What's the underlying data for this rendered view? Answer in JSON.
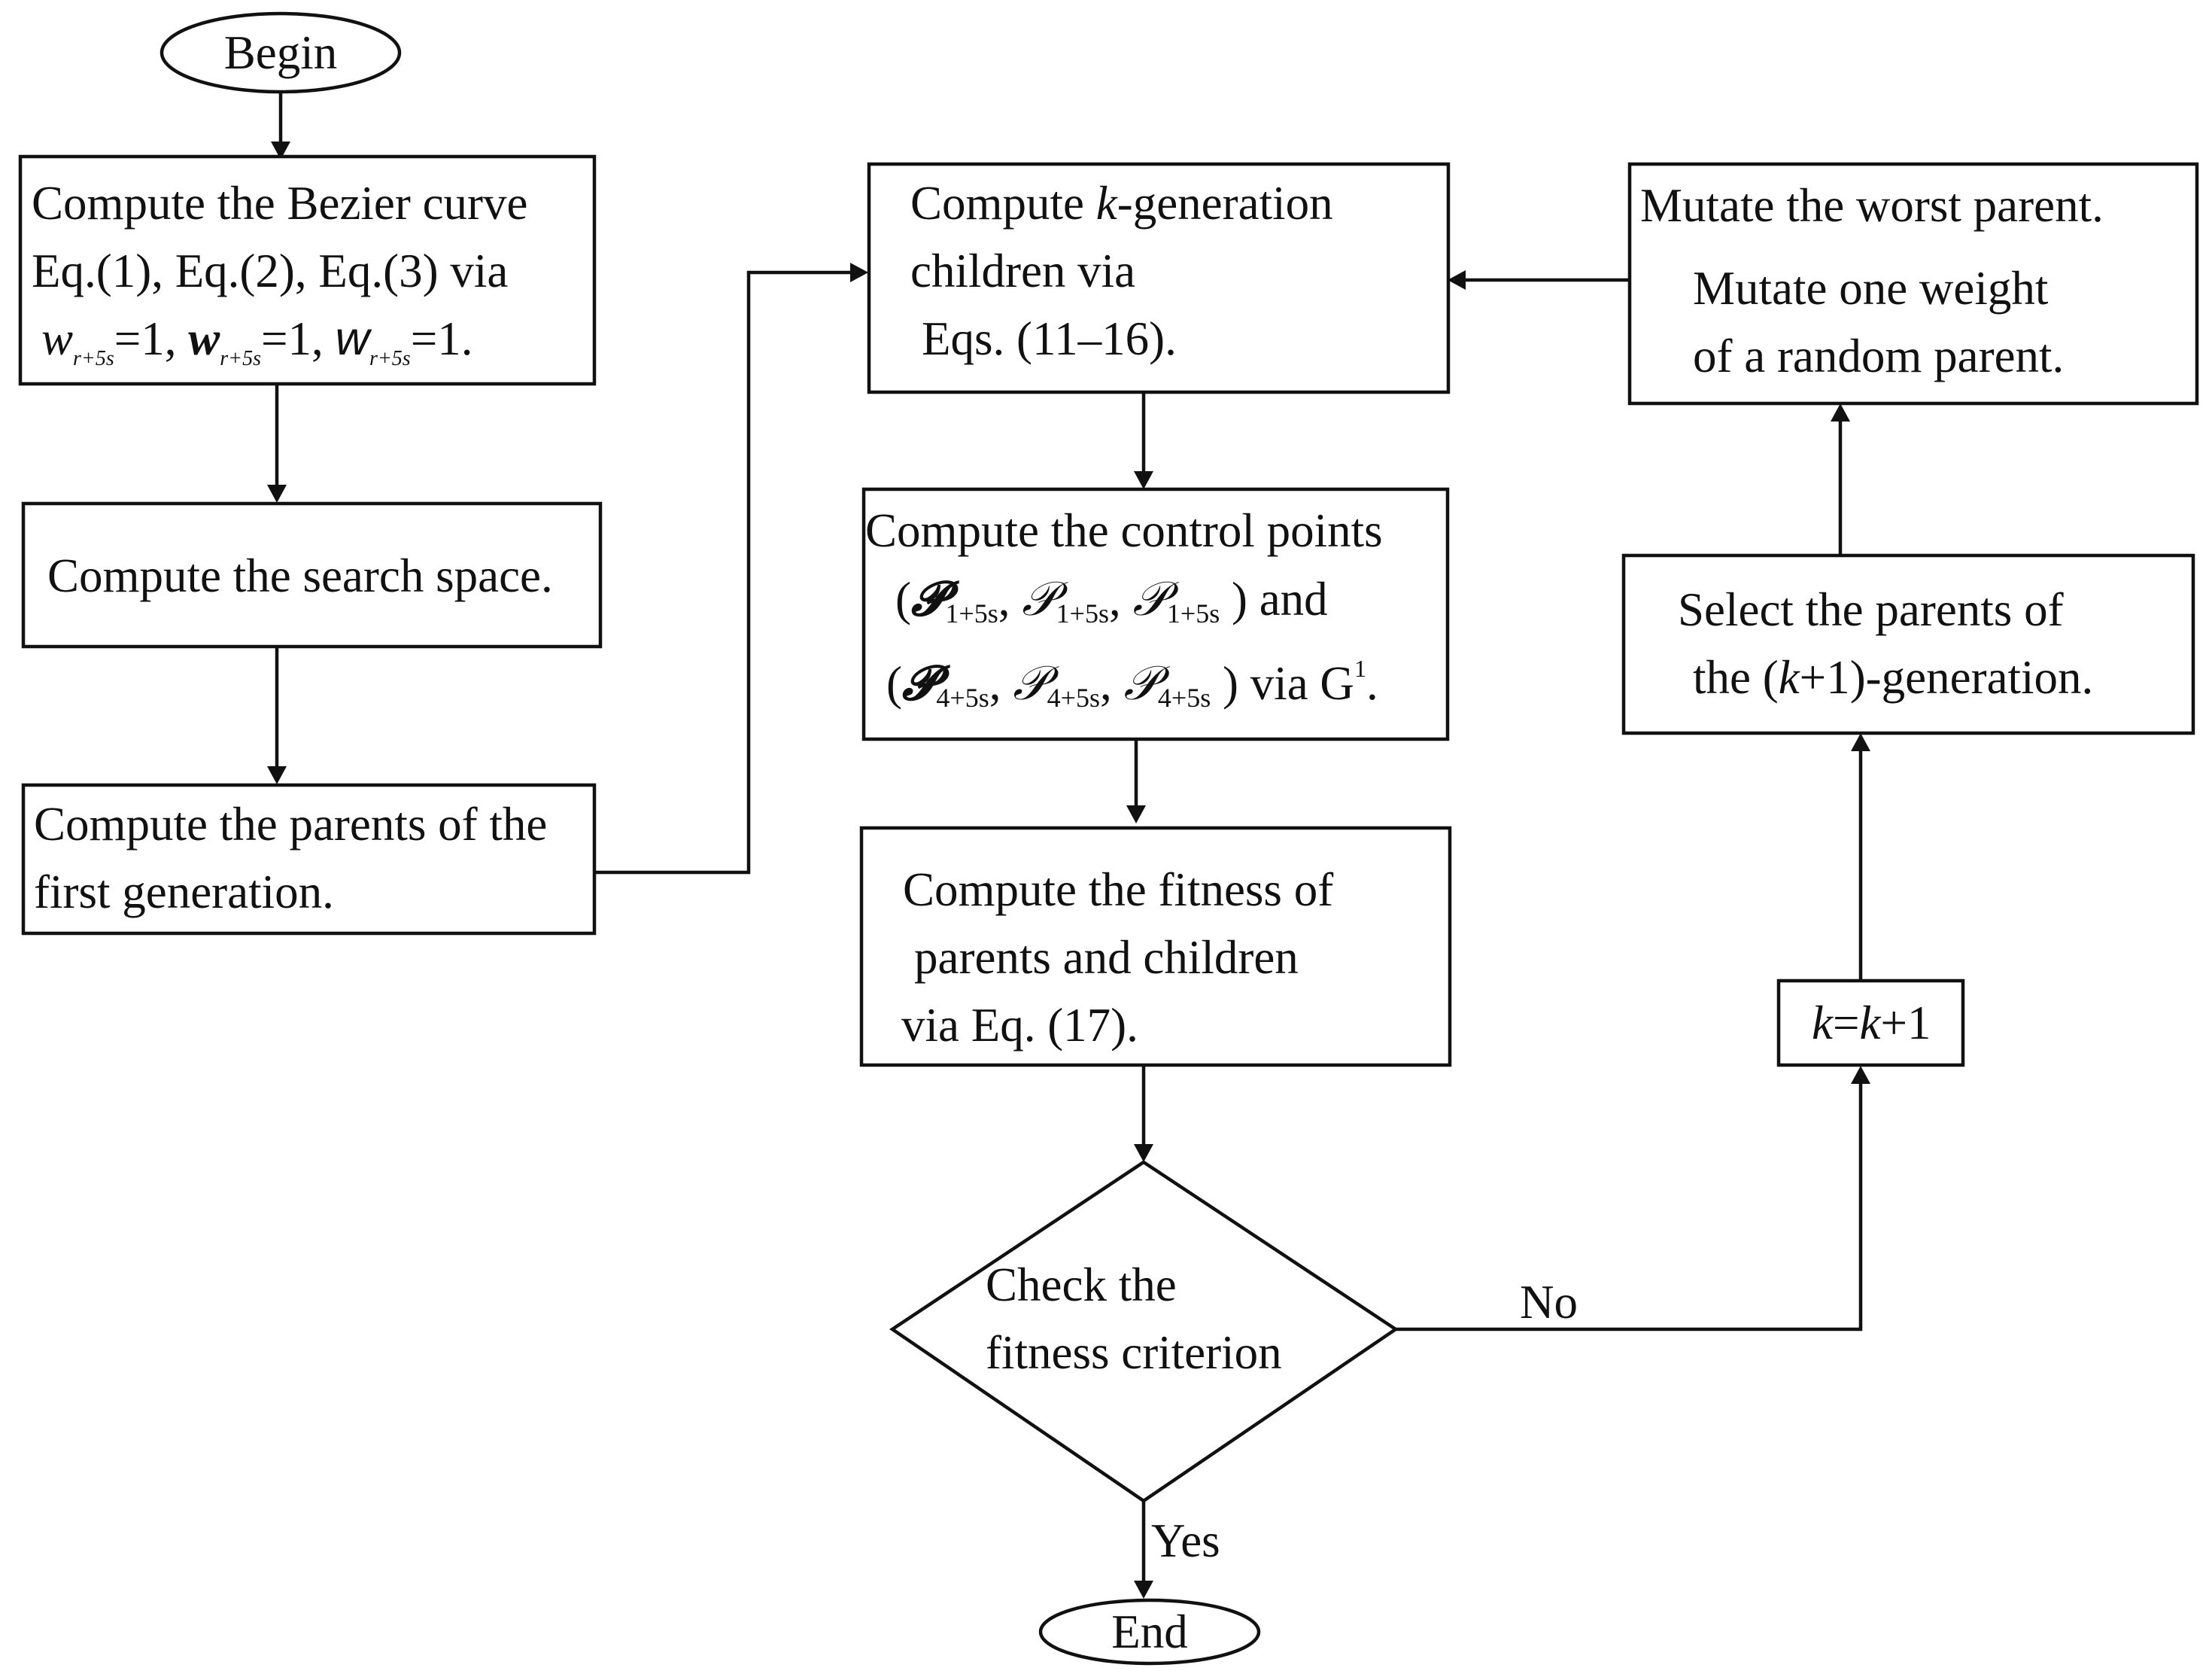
{
  "begin": "Begin",
  "end": "End",
  "bezier": {
    "line1": "Compute the Bezier curve",
    "line2": "Eq.(1), Eq.(2), Eq.(3) via",
    "w1": "w",
    "w1_sub": "r+5s",
    "w1_val": "=1,",
    "w2": "w",
    "w2_sub": "r+5s",
    "w2_val": "=1,",
    "w3": "w",
    "w3_sub": "r+5s",
    "w3_val": "=1."
  },
  "search_space": "Compute the search space.",
  "parents": {
    "line1": "Compute the parents of the",
    "line2": "first generation."
  },
  "children": {
    "pre": "Compute ",
    "k": "k",
    "post": "-generation",
    "line2": "children via",
    "line3": "Eqs. (11–16)."
  },
  "control": {
    "line1": "Compute the  control points",
    "open1": "(",
    "p1a": "𝓟",
    "p1a_sub": "1+5s",
    "p1b": "𝒫",
    "p1b_sub": "1+5s",
    "p1c": "𝒫",
    "p1c_sub": "1+5s",
    "close1": ") and",
    "open2": "(",
    "p4a": "𝓟",
    "p4a_sub": "4+5s",
    "p4b": "𝒫",
    "p4b_sub": "4+5s",
    "p4c": "𝒫",
    "p4c_sub": "4+5s",
    "close2": ") via G",
    "g_sup": "1",
    "end2": "."
  },
  "fitness": {
    "line1": "Compute the fitness of",
    "line2": "parents and children",
    "line3": "via Eq. (17)."
  },
  "decision": {
    "line1": "Check the",
    "line2": "fitness criterion"
  },
  "mutate": {
    "line1": "Mutate the worst parent.",
    "line2": "Mutate one weight",
    "line3": "of a random parent."
  },
  "select": {
    "line1": "Select the parents of",
    "line2_pre": "the (",
    "k": "k",
    "line2_post": "+1)-generation."
  },
  "increment": {
    "k1": "k",
    "eq": "=",
    "k2": "k",
    "plus": "+1"
  },
  "edge_no": "No",
  "edge_yes": "Yes"
}
